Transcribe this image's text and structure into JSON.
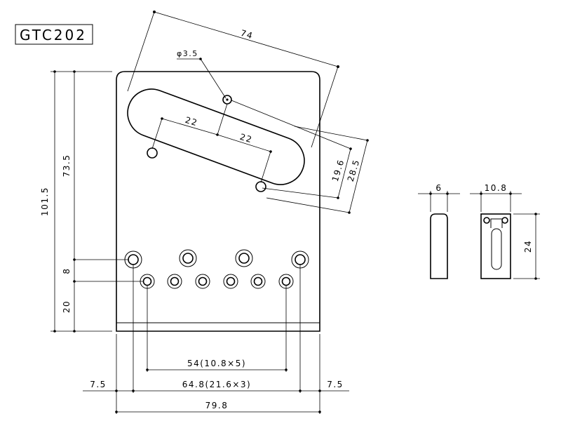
{
  "title": "GTC202",
  "dimensions": {
    "hole_diameter": "φ3.5",
    "diagonal": "74",
    "pickup_offset_1": "22",
    "pickup_offset_2": "22",
    "offset_19_6": "19.6",
    "offset_28_5": "28.5",
    "total_height": "101.5",
    "upper_height": "73.5",
    "screw_gap": "8",
    "bottom_height": "20",
    "saddle_spacing": "54(10.8×5)",
    "screw_spacing": "64.8(21.6×3)",
    "margin_left": "7.5",
    "margin_right": "7.5",
    "plate_width": "79.8",
    "saddle_side_width": "6",
    "saddle_front_width": "10.8",
    "saddle_length": "24"
  }
}
